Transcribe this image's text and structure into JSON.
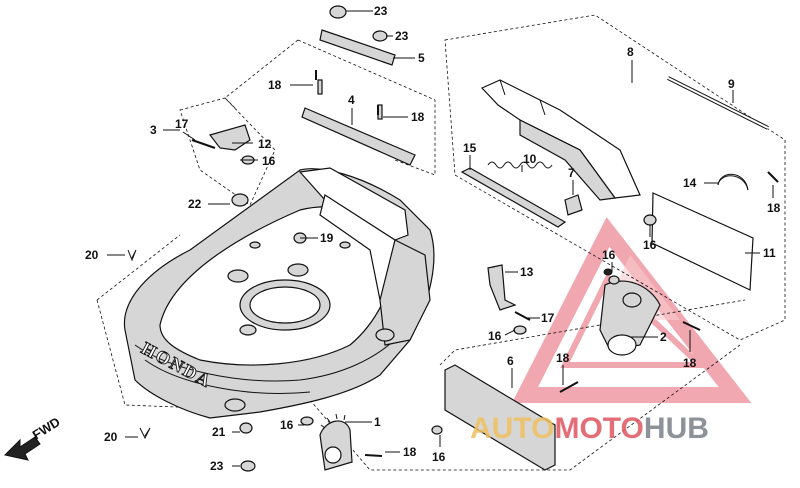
{
  "diagram": {
    "callouts": [
      {
        "id": "c23a",
        "text": "23"
      },
      {
        "id": "c23b",
        "text": "23"
      },
      {
        "id": "c5",
        "text": "5"
      },
      {
        "id": "c8",
        "text": "8"
      },
      {
        "id": "c9",
        "text": "9"
      },
      {
        "id": "c18a",
        "text": "18"
      },
      {
        "id": "c4",
        "text": "4"
      },
      {
        "id": "c18b",
        "text": "18"
      },
      {
        "id": "c3",
        "text": "3"
      },
      {
        "id": "c17a",
        "text": "17"
      },
      {
        "id": "c12",
        "text": "12"
      },
      {
        "id": "c16a",
        "text": "16"
      },
      {
        "id": "c15",
        "text": "15"
      },
      {
        "id": "c10",
        "text": "10"
      },
      {
        "id": "c7",
        "text": "7"
      },
      {
        "id": "c14",
        "text": "14"
      },
      {
        "id": "c18c",
        "text": "18"
      },
      {
        "id": "c22",
        "text": "22"
      },
      {
        "id": "c19",
        "text": "19"
      },
      {
        "id": "c16b",
        "text": "16"
      },
      {
        "id": "c11",
        "text": "11"
      },
      {
        "id": "c20a",
        "text": "20"
      },
      {
        "id": "c16c",
        "text": "16"
      },
      {
        "id": "c13",
        "text": "13"
      },
      {
        "id": "c17b",
        "text": "17"
      },
      {
        "id": "c16d",
        "text": "16"
      },
      {
        "id": "c2",
        "text": "2"
      },
      {
        "id": "c6",
        "text": "6"
      },
      {
        "id": "c18d",
        "text": "18"
      },
      {
        "id": "c18e",
        "text": "18"
      },
      {
        "id": "c1",
        "text": "1"
      },
      {
        "id": "c16e",
        "text": "16"
      },
      {
        "id": "c16f",
        "text": "16"
      },
      {
        "id": "c20b",
        "text": "20"
      },
      {
        "id": "c21",
        "text": "21"
      },
      {
        "id": "c23c",
        "text": "23"
      },
      {
        "id": "c18f",
        "text": "18"
      }
    ],
    "deck_brand": "HONDA",
    "direction_label": "FWD"
  },
  "watermark": {
    "part_a": "AUTO",
    "part_b": "MOTO",
    "part_c": "HUB",
    "colors": {
      "a": "#f0c060",
      "b": "#e05560",
      "c": "#7a7f88"
    }
  }
}
